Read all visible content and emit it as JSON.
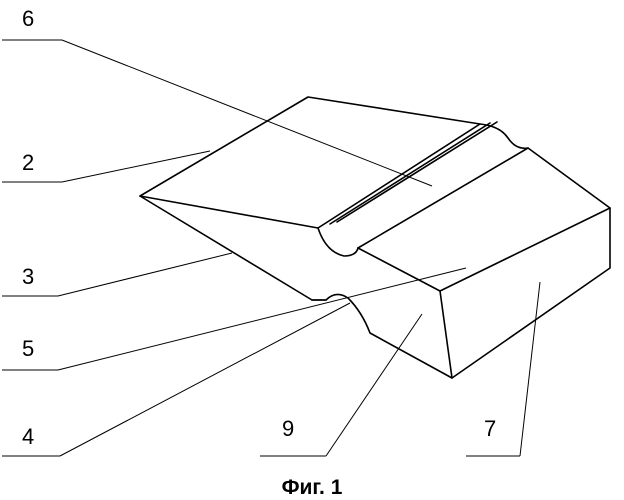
{
  "labels": {
    "l6": "6",
    "l2": "2",
    "l3": "3",
    "l5": "5",
    "l4": "4",
    "l9": "9",
    "l7": "7"
  },
  "caption": "Фиг. 1"
}
